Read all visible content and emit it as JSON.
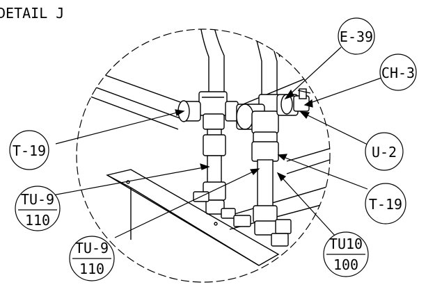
{
  "detail_title": "DETAIL J",
  "callouts": {
    "e39": "E-39",
    "ch3": "CH-3",
    "t19_left": "T-19",
    "u2": "U-2",
    "t19_right": "T-19",
    "tu9_top_num": "TU-9",
    "tu9_top_den": "110",
    "tu9_bot_num": "TU-9",
    "tu9_bot_den": "110",
    "tu10_num": "TU10",
    "tu10_den": "100"
  }
}
